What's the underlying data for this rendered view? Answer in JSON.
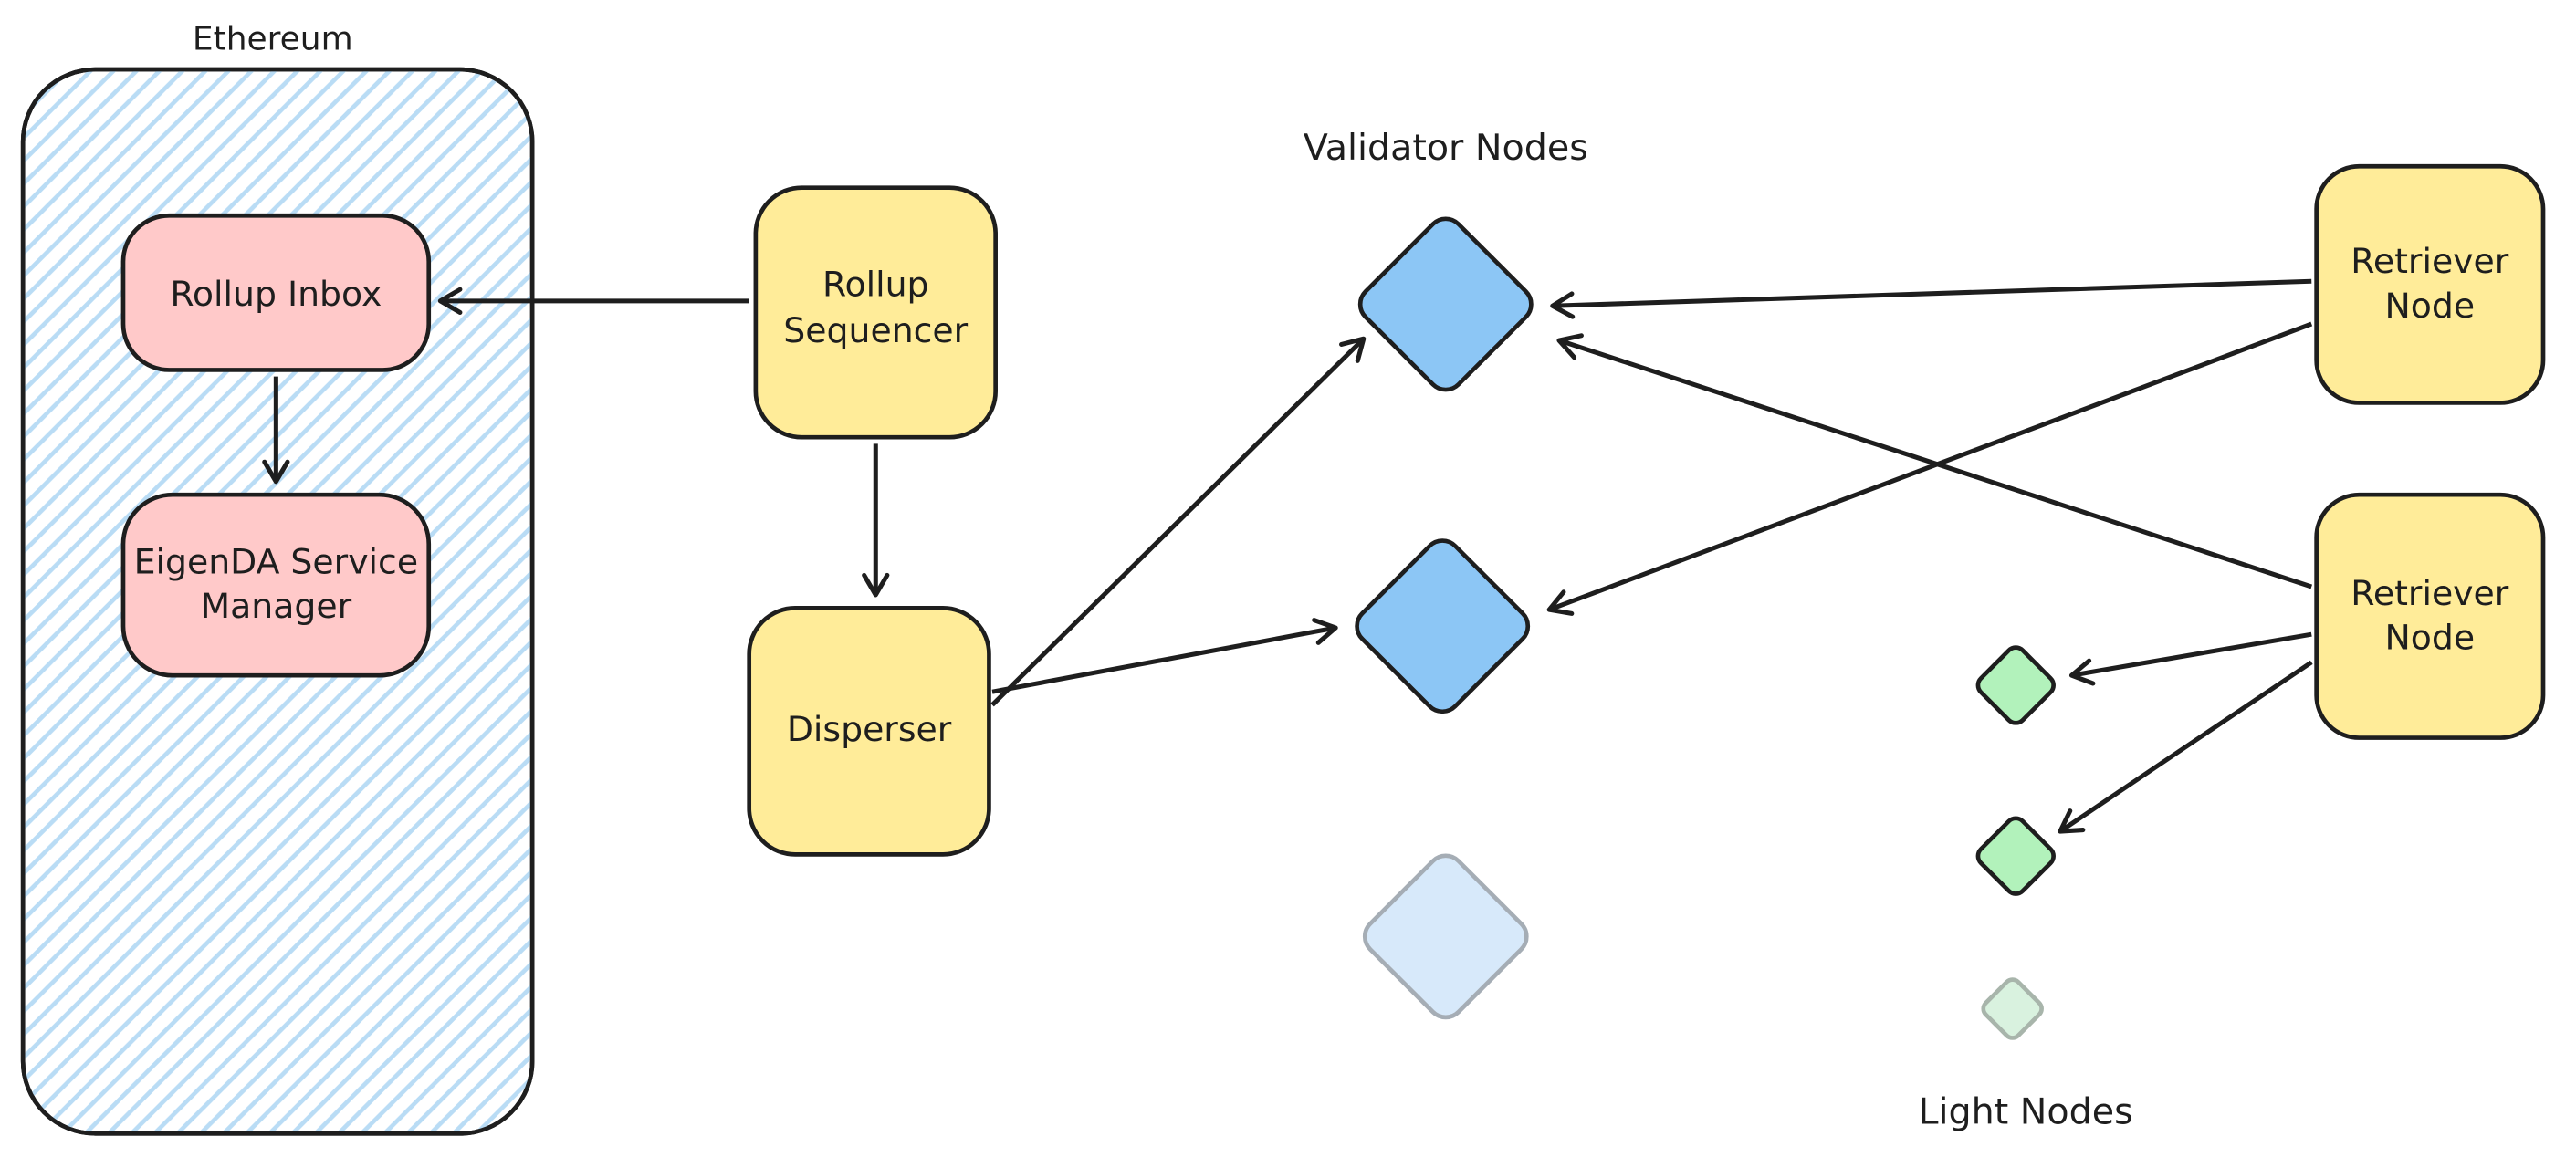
{
  "diagram": {
    "title": "EigenDA architecture diagram",
    "ethereum": {
      "label": "Ethereum"
    },
    "nodes": {
      "rollup_inbox": {
        "label": "Rollup Inbox"
      },
      "eigenda_service_manager": {
        "lines": [
          "EigenDA Service",
          "Manager"
        ]
      },
      "rollup_sequencer": {
        "lines": [
          "Rollup",
          "Sequencer"
        ]
      },
      "disperser": {
        "label": "Disperser"
      },
      "retriever_node_top": {
        "lines": [
          "Retriever",
          "Node"
        ]
      },
      "retriever_node_bottom": {
        "lines": [
          "Retriever",
          "Node"
        ]
      }
    },
    "node_groups": {
      "validator_nodes": {
        "label": "Validator Nodes",
        "active_count": 2,
        "faded_count": 1
      },
      "light_nodes": {
        "label": "Light Nodes",
        "active_count": 2,
        "faded_count": 1
      }
    },
    "edges": [
      {
        "from": "Rollup Sequencer",
        "to": "Rollup Inbox"
      },
      {
        "from": "Rollup Inbox",
        "to": "EigenDA Service Manager"
      },
      {
        "from": "Rollup Sequencer",
        "to": "Disperser"
      },
      {
        "from": "Disperser",
        "to": "Validator Node 1"
      },
      {
        "from": "Disperser",
        "to": "Validator Node 2"
      },
      {
        "from": "Retriever Node (top)",
        "to": "Validator Node 1"
      },
      {
        "from": "Retriever Node (top)",
        "to": "Validator Node 2"
      },
      {
        "from": "Retriever Node (bottom)",
        "to": "Validator Node 1"
      },
      {
        "from": "Retriever Node (bottom)",
        "to": "Light Node 1"
      },
      {
        "from": "Retriever Node (bottom)",
        "to": "Light Node 2"
      }
    ],
    "colors": {
      "stroke": "#1e1e1e",
      "pink_fill": "#ffc9c9",
      "yellow_fill": "#ffec99",
      "validator_fill": "#8cc6f5",
      "validator_faded_fill": "#d7e9fa",
      "validator_faded_stroke": "#a5adb5",
      "light_node_fill": "#b2f2bb",
      "light_node_faded_fill": "#d9f2df",
      "light_node_faded_stroke": "#a8b5ab",
      "ethereum_hatch": "#b9dcf5",
      "background": "#ffffff"
    }
  }
}
